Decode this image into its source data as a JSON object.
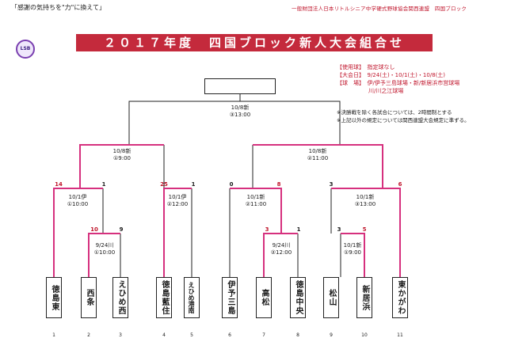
{
  "header": {
    "slogan": "「感謝の気持ちを\"力\"に換えて」",
    "organization": "一般財団法人日本リトルシニア中学硬式野球協会関西連盟　四国ブロック",
    "logo_text": "LSB",
    "title": "２０１７年度　四国ブロック新人大会組合せ"
  },
  "info": {
    "ball": "【使用球】　指定球なし",
    "dates": "【大会日】　9/24(土)・10/1(土)・10/8(土)",
    "venue1": "【球　場】　伊/伊予三島球場・新/新居浜市営球場",
    "venue2": "川/川之江球場"
  },
  "notes": {
    "n1": "※決勝戦を除く各試合については、2時間制とする",
    "n2": "※上記以外の規定については関西連盟大会規定に準ずる。"
  },
  "matches": {
    "final": "10/8新\n③13:00",
    "semi_left": "10/8新\n①9:00",
    "semi_right": "10/8新\n②11:00",
    "qf_a": "10/1伊\n①10:00",
    "qf_b": "10/1伊\n②12:00",
    "qf_c": "10/1新\n②11:00",
    "qf_d": "10/1新\n③13:00",
    "r1_left": "9/24川\n①10:00",
    "r1_mid": "9/24川\n②12:00",
    "r1_right": "10/1新\n①9:00"
  },
  "scores": {
    "qf_a_left": "14",
    "qf_a_right": "1",
    "qf_b_left": "25",
    "qf_b_right": "1",
    "qf_c_left": "0",
    "qf_c_right": "8",
    "qf_d_left": "3",
    "qf_d_right": "6",
    "r1_left_left": "10",
    "r1_left_right": "9",
    "r1_mid_left": "3",
    "r1_mid_right": "1",
    "r1_right_left": "3",
    "r1_right_right": "5"
  },
  "teams": [
    {
      "seed": "1",
      "name": "徳島東"
    },
    {
      "seed": "2",
      "name": "西条"
    },
    {
      "seed": "3",
      "name": "えひめ西"
    },
    {
      "seed": "4",
      "name": "徳島藍住"
    },
    {
      "seed": "5",
      "name": "えひめ港南"
    },
    {
      "seed": "6",
      "name": "伊予三島"
    },
    {
      "seed": "7",
      "name": "高松"
    },
    {
      "seed": "8",
      "name": "徳島中央"
    },
    {
      "seed": "9",
      "name": "松山"
    },
    {
      "seed": "10",
      "name": "新居浜"
    },
    {
      "seed": "11",
      "name": "東かがわ"
    }
  ],
  "colors": {
    "accent": "#c42a3c",
    "winner_line": "#d6307e",
    "line": "#222222"
  }
}
